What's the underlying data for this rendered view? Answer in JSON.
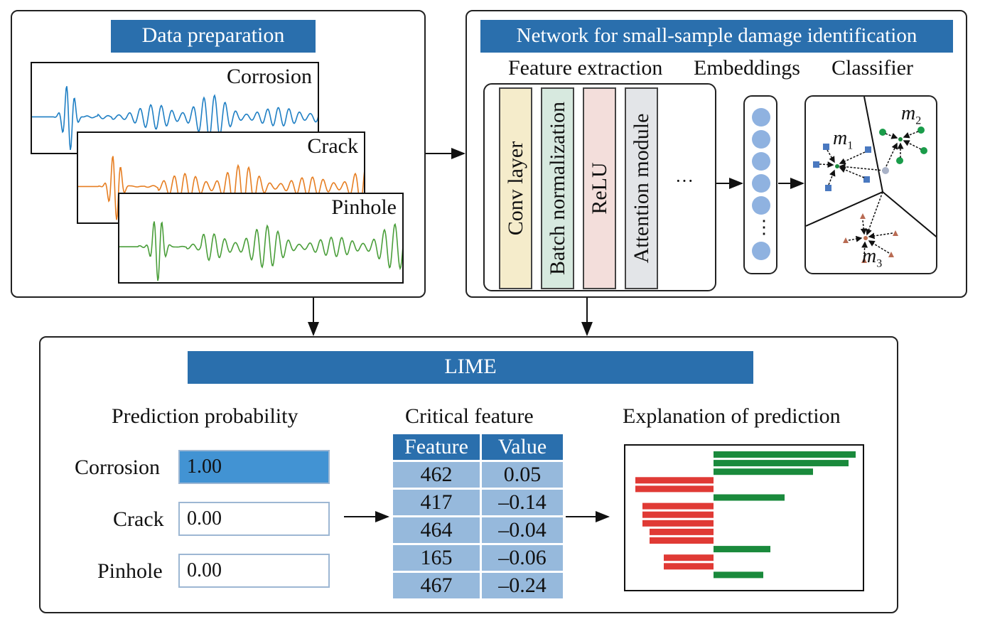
{
  "data_prep": {
    "title": "Data preparation",
    "signals": [
      "Corrosion",
      "Crack",
      "Pinhole"
    ]
  },
  "network": {
    "title": "Network for small-sample damage identification",
    "section_labels": {
      "feature_extraction": "Feature extraction",
      "embeddings": "Embeddings",
      "classifier": "Classifier"
    },
    "layers": [
      "Conv layer",
      "Batch normalization",
      "ReLU",
      "Attention module"
    ],
    "ellipsis": "···",
    "embedding_ellipsis": "⋮",
    "prototypes": {
      "m1": "m",
      "m1_sub": "1",
      "m2": "m",
      "m2_sub": "2",
      "m3": "m",
      "m3_sub": "3"
    }
  },
  "lime": {
    "title": "LIME",
    "prediction_probability": {
      "heading": "Prediction probability",
      "rows": [
        {
          "label": "Corrosion",
          "value": "1.00",
          "fill": 1.0
        },
        {
          "label": "Crack",
          "value": "0.00",
          "fill": 0.0
        },
        {
          "label": "Pinhole",
          "value": "0.00",
          "fill": 0.0
        }
      ]
    },
    "critical_feature": {
      "heading": "Critical feature",
      "columns": [
        "Feature",
        "Value"
      ],
      "rows": [
        [
          "462",
          "0.05"
        ],
        [
          "417",
          "–0.14"
        ],
        [
          "464",
          "–0.04"
        ],
        [
          "165",
          "–0.06"
        ],
        [
          "467",
          "–0.24"
        ]
      ]
    },
    "explanation": {
      "heading": "Explanation of prediction",
      "bars": [
        0.2,
        0.19,
        0.14,
        -0.11,
        -0.11,
        0.1,
        -0.1,
        -0.1,
        -0.1,
        -0.09,
        -0.09,
        0.08,
        -0.07,
        -0.07,
        0.07
      ],
      "positive_color": "#1a8a3c",
      "negative_color": "#e03a35"
    }
  },
  "colors": {
    "banner": "#2a6fad",
    "corrosion_wave": "#1f7fc4",
    "crack_wave": "#e67e22",
    "pinhole_wave": "#4a9e3a"
  }
}
